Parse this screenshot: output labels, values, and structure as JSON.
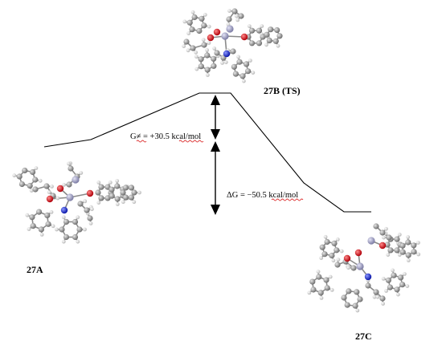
{
  "labels": {
    "reactant": "27A",
    "transition_state": "27B (TS)",
    "product": "27C"
  },
  "energies": {
    "activation": "G≠ = +30.5 kcal/mol",
    "reaction": "ΔG = −50.5 kcal/mol"
  },
  "colors": {
    "carbon": "#9c9c9c",
    "hydrogen": "#e6e6e6",
    "oxygen": "#e0141e",
    "nitrogen": "#1c2ee0",
    "silicon": "#a9a9c9",
    "line": "#000000",
    "spellcheck_squiggle": "#d33333"
  }
}
